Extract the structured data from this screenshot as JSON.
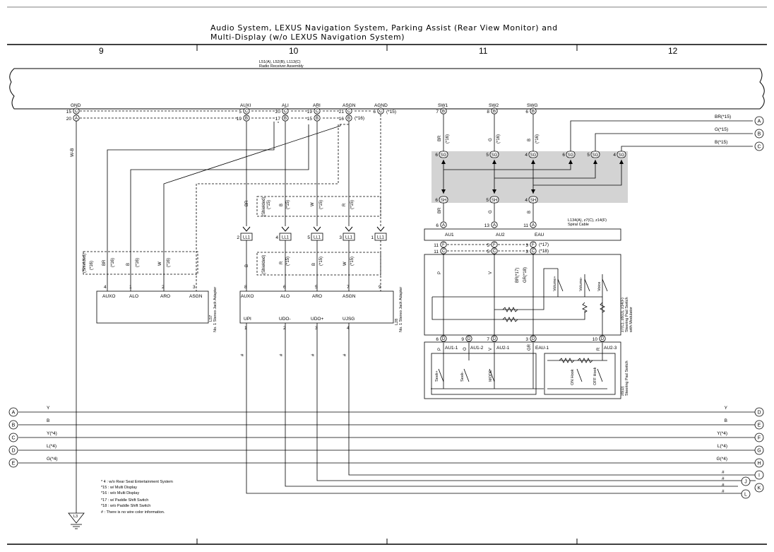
{
  "title": {
    "line1": "Audio System, LEXUS Navigation System, Parking Assist (Rear View Monitor) and",
    "line2": "Multi-Display (w/o LEXUS Navigation System)"
  },
  "columns": [
    "9",
    "10",
    "11",
    "12"
  ],
  "radio": {
    "name": "L51(A), L52(B), L113(C)",
    "desc": "Radio Receiver Assembly",
    "pins": [
      {
        "label": "GND",
        "c1": "15",
        "x1": "C",
        "c2": "20",
        "x2": "A"
      },
      {
        "label": "AUXI",
        "c1": "5",
        "x1": "C",
        "c2": "19",
        "x2": "B"
      },
      {
        "label": "ALI",
        "c1": "20",
        "x1": "C",
        "c2": "17",
        "x2": "B"
      },
      {
        "label": "ARI",
        "c1": "19",
        "x1": "C",
        "c2": "15",
        "x2": "B"
      },
      {
        "label": "ASGN",
        "c1": "21",
        "x1": "C",
        "c2": "16",
        "x2": "B"
      },
      {
        "label": "AGND",
        "c1": "6",
        "x1": "C",
        "c2": "",
        "x2": ""
      },
      {
        "label": "SW1",
        "c1": "7",
        "x1": "B",
        "c2": "",
        "x2": ""
      },
      {
        "label": "SW2",
        "c1": "8",
        "x1": "B",
        "c2": "",
        "x2": ""
      },
      {
        "label": "SWG",
        "c1": "6",
        "x1": "B",
        "c2": "",
        "x2": ""
      }
    ],
    "note15": "(*15)",
    "note16": "(*16)"
  },
  "wire_colors": {
    "wb": "W-B",
    "br": "BR",
    "b": "B",
    "w": "W",
    "r": "R",
    "g": "G",
    "v": "V",
    "p": "P",
    "o": "O",
    "gr": "GR",
    "shielded": "(Shielded)",
    "n15": "(*15)",
    "n16": "(*16)",
    "br_n17": "BR(*17)",
    "gr_n18": "GR(*18)",
    "hash": "#"
  },
  "ll1": {
    "label": "LL1",
    "pins": [
      "2",
      "4",
      "5",
      "3",
      "1"
    ]
  },
  "sg": {
    "label": "SG",
    "pins": [
      "6",
      "5",
      "4",
      "6",
      "5",
      "4"
    ]
  },
  "sh": {
    "label": "SH",
    "pins": [
      "6",
      "5",
      "4"
    ]
  },
  "spiral": {
    "name": "L134(A), z7(C), z14(F)",
    "desc": "Spiral Cable",
    "pins": [
      {
        "n": "6",
        "c": "A",
        "label": "AU1"
      },
      {
        "n": "13",
        "c": "A",
        "label": "AU2"
      },
      {
        "n": "11",
        "c": "A",
        "label": "EAU"
      }
    ],
    "lower": [
      "11",
      "F",
      "11",
      "C",
      "5",
      "F",
      "5",
      "C",
      "3",
      "F",
      "3",
      "C"
    ],
    "n17": "(*17)",
    "n18": "(*18)"
  },
  "pad_mod": {
    "name": "z7(C), z8(D), z14(F)",
    "desc1": "Steering Pad Switch",
    "desc2": "with Modulator",
    "sw_volume1": "Volume+",
    "sw_volume2": "Volume-",
    "sw_voice": "Voice"
  },
  "pad": {
    "name": "z8(D)",
    "desc": "Steering Pad Switch",
    "pins": [
      {
        "n": "6",
        "c": "D",
        "label": "AU1-1"
      },
      {
        "n": "9",
        "c": "D",
        "label": "AU1-2"
      },
      {
        "n": "7",
        "c": "D",
        "label": "AU2-1"
      },
      {
        "n": "3",
        "c": "D",
        "label": "EAU-1"
      },
      {
        "n": "10",
        "c": "D",
        "label": "AU2-3"
      }
    ],
    "seek_plus": "Seek+",
    "seek_minus": "Seek-",
    "mode": "MODE",
    "on_hook": "ON Hook",
    "off_hook": "OFF Hook"
  },
  "adapter1": {
    "name": "L57",
    "desc": "No. 1 Stereo Jack Adapter",
    "pin_nums": [
      "4",
      "1",
      "2",
      "3"
    ],
    "pins": [
      "AUXO",
      "ALO",
      "ARO",
      "ASGN"
    ]
  },
  "adapter2": {
    "name": "L28",
    "desc": "No. 1 Stereo Jack Adapter",
    "top_nums": [
      "8",
      "6",
      "5",
      "7",
      "9"
    ],
    "top": [
      "AUXO",
      "ALO",
      "ARO",
      "ASGN"
    ],
    "bot_nums": [
      "1",
      "2",
      "3",
      "4"
    ],
    "bot": [
      "UPI",
      "UDO-",
      "UDO+",
      "UJSG"
    ]
  },
  "right_conn": [
    {
      "label": "BR(*15)",
      "id": "A"
    },
    {
      "label": "G(*15)",
      "id": "B"
    },
    {
      "label": "B(*15)",
      "id": "C"
    }
  ],
  "bus": [
    {
      "l": "A",
      "color": "Y",
      "rcolor": "Y",
      "r": "D"
    },
    {
      "l": "B",
      "color": "B",
      "rcolor": "B",
      "r": "E"
    },
    {
      "l": "C",
      "color": "Y(*4)",
      "rcolor": "Y(*4)",
      "r": "F"
    },
    {
      "l": "D",
      "color": "L(*4)",
      "rcolor": "L(*4)",
      "r": "G"
    },
    {
      "l": "E",
      "color": "G(*4)",
      "rcolor": "G(*4)",
      "r": "H"
    }
  ],
  "bottom_conn": [
    {
      "label": "#",
      "id": "I"
    },
    {
      "label": "#",
      "id": "J"
    },
    {
      "label": "#",
      "id": "K"
    },
    {
      "label": "#",
      "id": "L"
    }
  ],
  "ground": "L3",
  "notes": [
    "* 4 : w/o Rear Seat Entertainment System",
    "*15 : w/ Multi Display",
    "*16 : w/o Multi Display",
    "*17 : w/ Paddle Shift Switch",
    "*18 : w/o Paddle Shift Switch",
    "# : There is no wire color information."
  ]
}
